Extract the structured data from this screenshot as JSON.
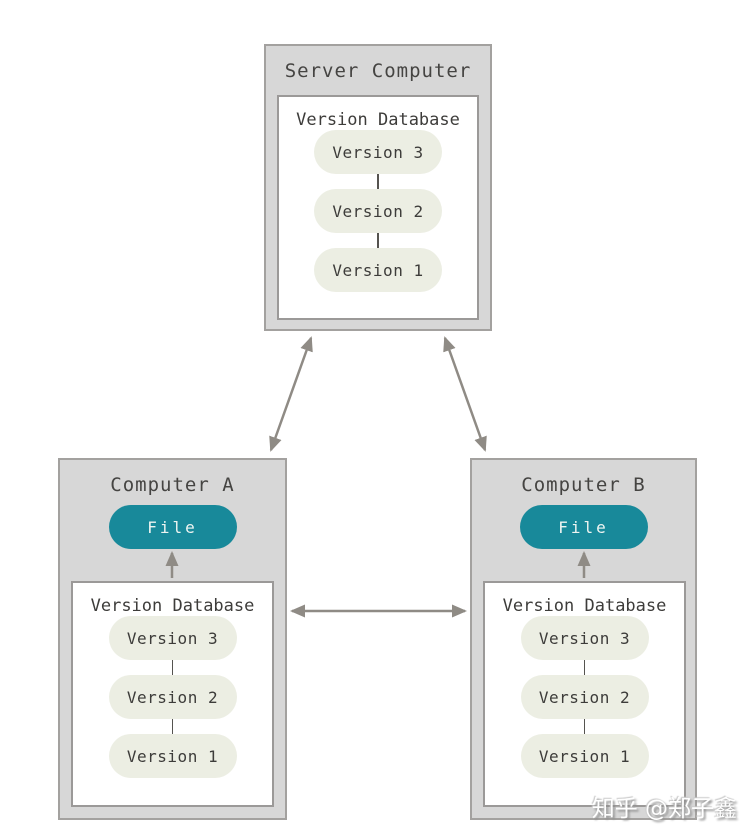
{
  "colors": {
    "box_fill": "#d7d7d7",
    "box_border": "#a3a19f",
    "inner_fill": "#ffffff",
    "inner_border": "#9b9998",
    "pill_fill": "#eceee3",
    "pill_text": "#3d3c3a",
    "file_fill": "#18899a",
    "file_text": "#eef4f1",
    "arrow": "#8f8b85",
    "title_text": "#454442",
    "connector": "#55534f"
  },
  "nodes": {
    "server": {
      "title": "Server Computer",
      "db_title": "Version Database",
      "versions": [
        "Version 3",
        "Version 2",
        "Version 1"
      ]
    },
    "computer_a": {
      "title": "Computer A",
      "file_label": "File",
      "db_title": "Version Database",
      "versions": [
        "Version 3",
        "Version 2",
        "Version 1"
      ]
    },
    "computer_b": {
      "title": "Computer B",
      "file_label": "File",
      "db_title": "Version Database",
      "versions": [
        "Version 3",
        "Version 2",
        "Version 1"
      ]
    }
  },
  "watermark": {
    "text": "知乎 @郑子鑫"
  }
}
